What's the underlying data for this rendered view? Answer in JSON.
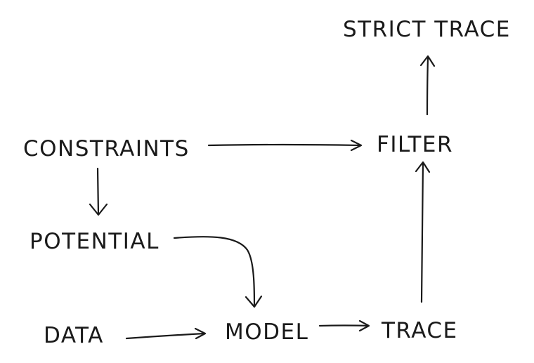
{
  "diagram": {
    "nodes": {
      "strict_trace": "STRICT TRACE",
      "filter": "FILTER",
      "constraints": "CONSTRAINTS",
      "potential": "POTENTIAL",
      "data": "DATA",
      "model": "MODEL",
      "trace": "TRACE"
    },
    "edges": [
      {
        "from": "constraints",
        "to": "filter"
      },
      {
        "from": "constraints",
        "to": "potential"
      },
      {
        "from": "potential",
        "to": "model"
      },
      {
        "from": "data",
        "to": "model"
      },
      {
        "from": "model",
        "to": "trace"
      },
      {
        "from": "trace",
        "to": "filter"
      },
      {
        "from": "filter",
        "to": "strict_trace"
      }
    ],
    "colors": {
      "ink": "#1a1a1a",
      "background": "#ffffff"
    }
  }
}
